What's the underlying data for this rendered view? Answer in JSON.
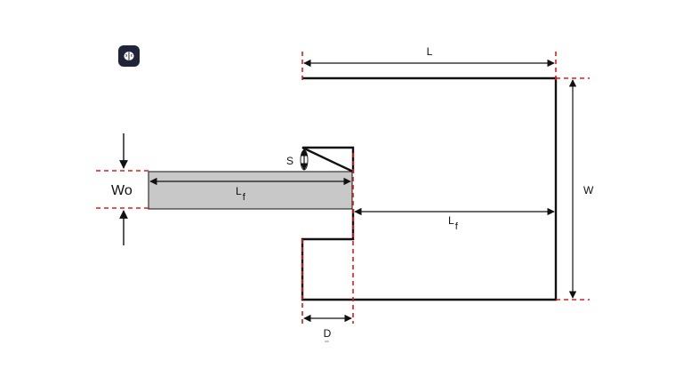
{
  "app_icon": "brain-icon",
  "colors": {
    "stroke": "#111111",
    "guide": "#e01b1b",
    "feed_fill": "#c8c8c8",
    "icon_bg": "#20243a"
  },
  "labels": {
    "L": "L",
    "W": "W",
    "S": "S",
    "D": "D",
    "Wo": "Wo",
    "Lf_feed_main": "L",
    "Lf_feed_sub": "f",
    "Lf_patch_main": "L",
    "Lf_patch_sub": "f"
  }
}
